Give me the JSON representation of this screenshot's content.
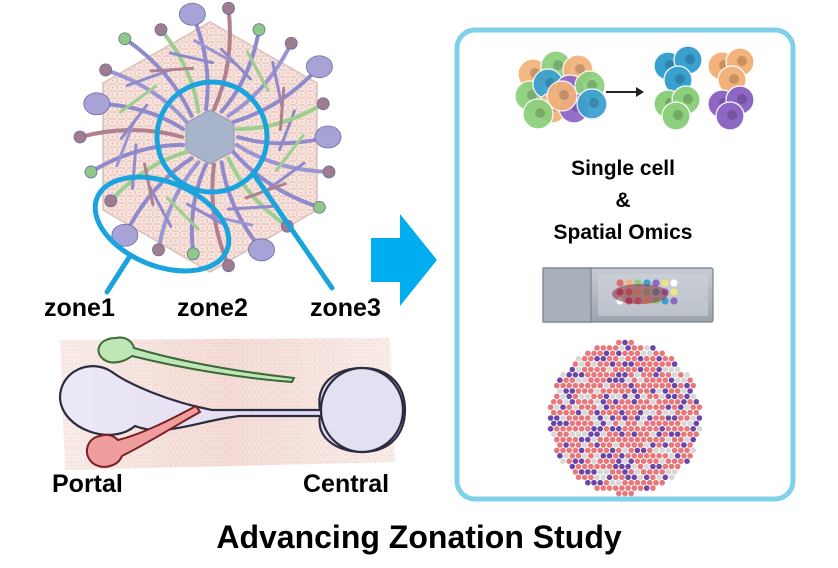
{
  "labels": {
    "zone1": "zone1",
    "zone2": "zone2",
    "zone3": "zone3",
    "portal": "Portal",
    "central": "Central",
    "omics_line1": "Single cell",
    "omics_line2": "&",
    "omics_line3": "Spatial Omics",
    "title": "Advancing Zonation Study"
  },
  "colors": {
    "highlight_blue": "#1aa3dc",
    "panel_border": "#7fd0ea",
    "arrow": "#00aeef",
    "vessel_purple": "#a9a6d9",
    "vessel_green": "#8fcf86",
    "vessel_red": "#e0696b",
    "spot_red": "#e8767a",
    "spot_purple": "#6b46a8",
    "spot_gray": "#d7d7d7"
  },
  "icons": {
    "right_arrow": "right-arrow-icon",
    "small_arrow": "small-arrow-icon"
  }
}
